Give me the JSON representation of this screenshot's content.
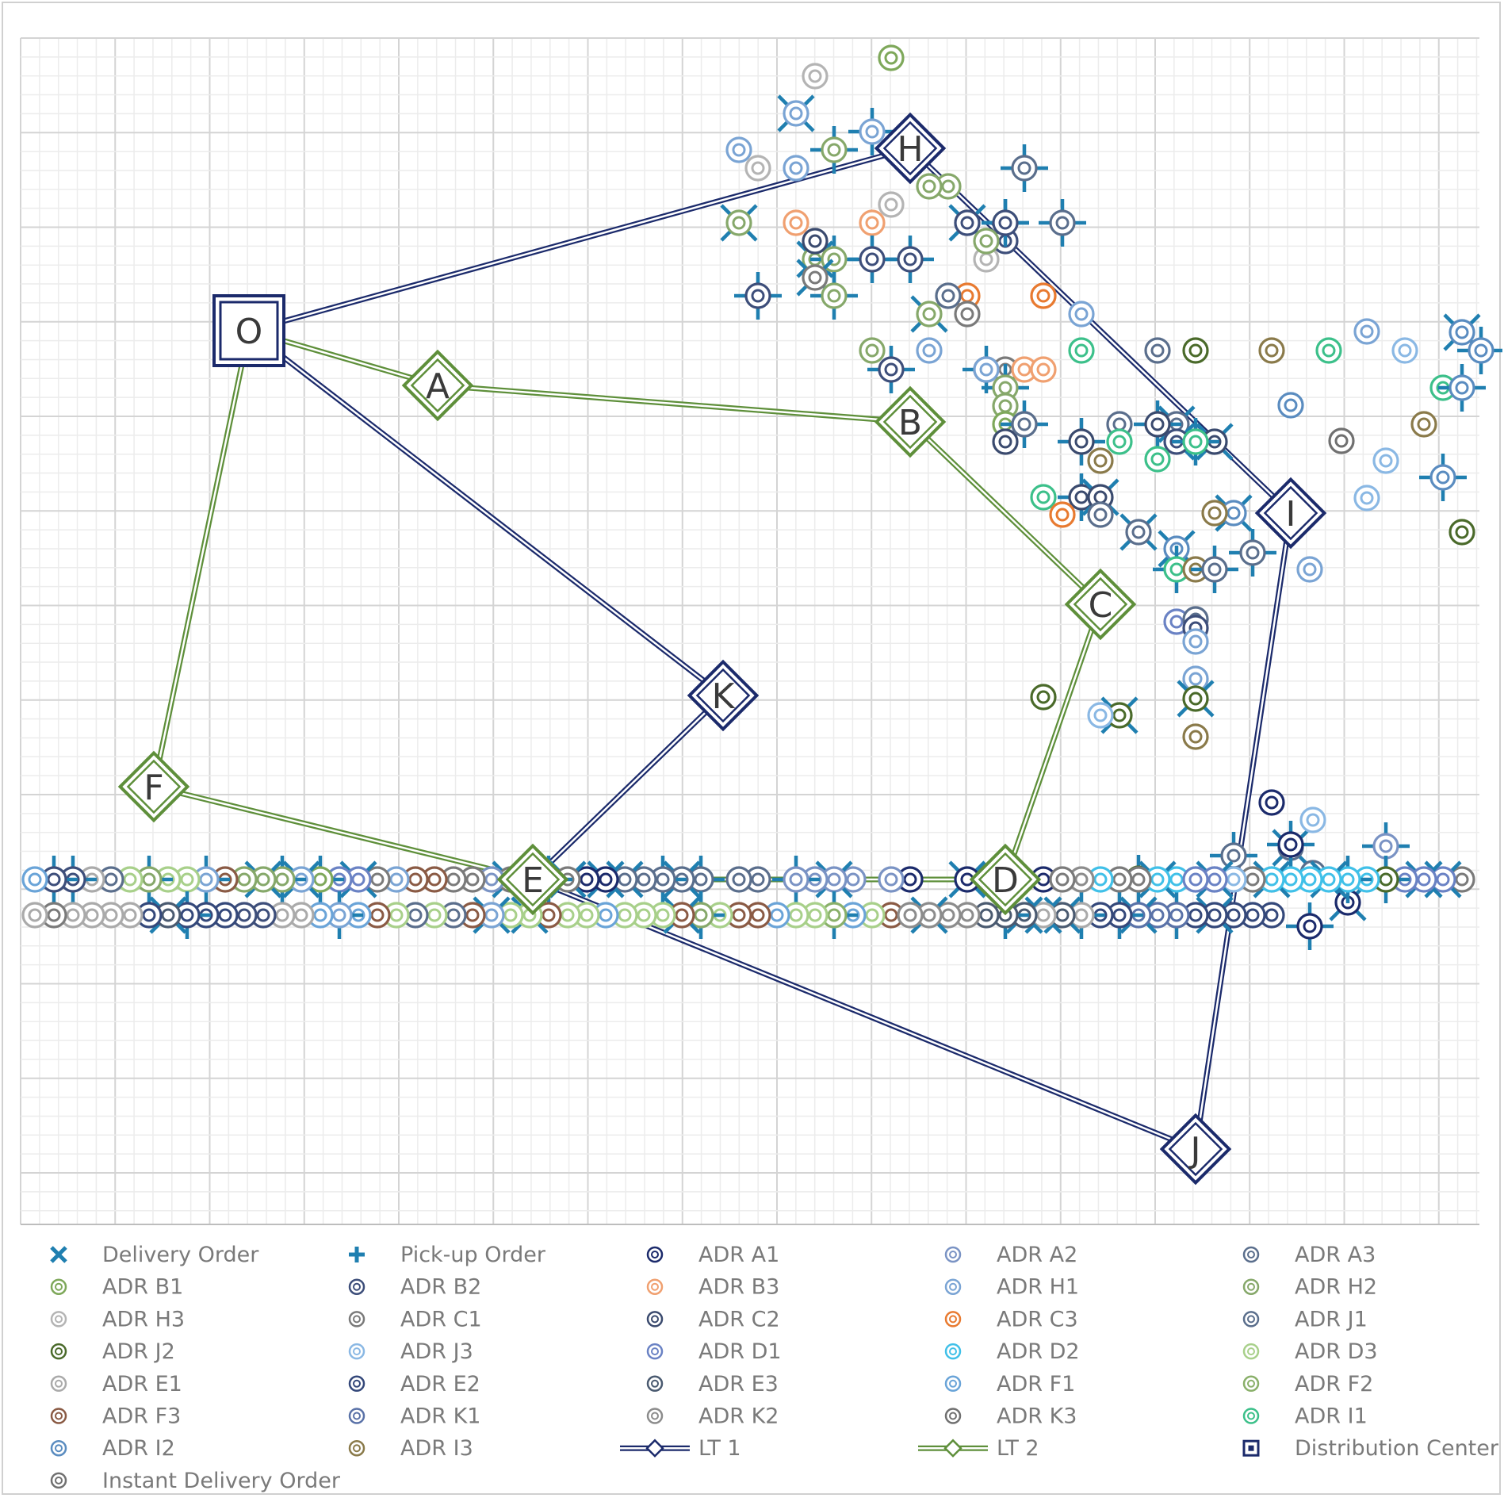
{
  "nodes": [
    {
      "id": "O",
      "label": "O",
      "kind": "distribution-center"
    },
    {
      "id": "A",
      "label": "A",
      "kind": "lt2"
    },
    {
      "id": "B",
      "label": "B",
      "kind": "lt2"
    },
    {
      "id": "C",
      "label": "C",
      "kind": "lt2"
    },
    {
      "id": "D",
      "label": "D",
      "kind": "lt2"
    },
    {
      "id": "E",
      "label": "E",
      "kind": "lt2"
    },
    {
      "id": "F",
      "label": "F",
      "kind": "lt2"
    },
    {
      "id": "H",
      "label": "H",
      "kind": "lt1"
    },
    {
      "id": "I",
      "label": "I",
      "kind": "lt1"
    },
    {
      "id": "J",
      "label": "J",
      "kind": "lt1"
    },
    {
      "id": "K",
      "label": "K",
      "kind": "lt1"
    }
  ],
  "links": {
    "lt1": [
      [
        "O",
        "H"
      ],
      [
        "H",
        "I"
      ],
      [
        "I",
        "J"
      ],
      [
        "J",
        "E"
      ],
      [
        "E",
        "K"
      ],
      [
        "K",
        "O"
      ]
    ],
    "lt2": [
      [
        "O",
        "A"
      ],
      [
        "A",
        "B"
      ],
      [
        "B",
        "C"
      ],
      [
        "C",
        "D"
      ],
      [
        "D",
        "E"
      ],
      [
        "E",
        "F"
      ],
      [
        "F",
        "O"
      ]
    ]
  },
  "colors": {
    "lt1": "#1b2a6b",
    "lt2": "#5e8f3a",
    "marker": "#1f7fb0",
    "grid_major": "#d4d4d4",
    "grid_minor": "#ececec"
  },
  "legend": {
    "items": [
      {
        "label": "Delivery Order",
        "symbol": "x-cross",
        "color": "#1f7fb0"
      },
      {
        "label": "Pick-up Order",
        "symbol": "plus-cross",
        "color": "#1f7fb0"
      },
      {
        "label": "ADR A1",
        "symbol": "ring",
        "color": "#1b2a6b"
      },
      {
        "label": "ADR A2",
        "symbol": "ring",
        "color": "#7a93c4"
      },
      {
        "label": "ADR A3",
        "symbol": "ring",
        "color": "#5a6e8c"
      },
      {
        "label": "ADR B1",
        "symbol": "ring",
        "color": "#7ea85a"
      },
      {
        "label": "ADR B2",
        "symbol": "ring",
        "color": "#3d4e7a"
      },
      {
        "label": "ADR B3",
        "symbol": "ring",
        "color": "#f0a070"
      },
      {
        "label": "ADR H1",
        "symbol": "ring",
        "color": "#7aa4d4"
      },
      {
        "label": "ADR H2",
        "symbol": "ring",
        "color": "#86a86a"
      },
      {
        "label": "ADR H3",
        "symbol": "ring",
        "color": "#b4b4b4"
      },
      {
        "label": "ADR C1",
        "symbol": "ring",
        "color": "#7a7a7a"
      },
      {
        "label": "ADR C2",
        "symbol": "ring",
        "color": "#3a4a6e"
      },
      {
        "label": "ADR C3",
        "symbol": "ring",
        "color": "#e87a30"
      },
      {
        "label": "ADR J1",
        "symbol": "ring",
        "color": "#5a6e8c"
      },
      {
        "label": "ADR J2",
        "symbol": "ring",
        "color": "#4a6a2a"
      },
      {
        "label": "ADR J3",
        "symbol": "ring",
        "color": "#8ab8e4"
      },
      {
        "label": "ADR D1",
        "symbol": "ring",
        "color": "#6a82c4"
      },
      {
        "label": "ADR D2",
        "symbol": "ring",
        "color": "#40c0e8"
      },
      {
        "label": "ADR D3",
        "symbol": "ring",
        "color": "#a8d08a"
      },
      {
        "label": "ADR E1",
        "symbol": "ring",
        "color": "#aaaaaa"
      },
      {
        "label": "ADR E2",
        "symbol": "ring",
        "color": "#34487a"
      },
      {
        "label": "ADR E3",
        "symbol": "ring",
        "color": "#4a5a70"
      },
      {
        "label": "ADR F1",
        "symbol": "ring",
        "color": "#6aa4d8"
      },
      {
        "label": "ADR F2",
        "symbol": "ring",
        "color": "#8ab06a"
      },
      {
        "label": "ADR F3",
        "symbol": "ring",
        "color": "#8a5a44"
      },
      {
        "label": "ADR K1",
        "symbol": "ring",
        "color": "#5a72a8"
      },
      {
        "label": "ADR K2",
        "symbol": "ring",
        "color": "#8c8c8c"
      },
      {
        "label": "ADR K3",
        "symbol": "ring",
        "color": "#707070"
      },
      {
        "label": "ADR I1",
        "symbol": "ring",
        "color": "#3cc08a"
      },
      {
        "label": "ADR I2",
        "symbol": "ring",
        "color": "#5a8cc0"
      },
      {
        "label": "ADR I3",
        "symbol": "ring",
        "color": "#8a7a4a"
      },
      {
        "label": "LT 1",
        "symbol": "lt1-line",
        "color": "#1b2a6b"
      },
      {
        "label": "LT 2",
        "symbol": "lt2-line",
        "color": "#5e8f3a"
      },
      {
        "label": "Distribution Center",
        "symbol": "square",
        "color": "#1b2a6b"
      },
      {
        "label": "Instant Delivery Order",
        "symbol": "ring",
        "color": "#707070"
      }
    ]
  },
  "orders": [
    {
      "c": "#7ea85a",
      "m": ""
    },
    {
      "c": "#b4b4b4",
      "m": ""
    },
    {
      "c": "#7aa4d4",
      "m": "x"
    },
    {
      "c": "#7aa4d4",
      "m": "p"
    },
    {
      "c": "#86a86a",
      "m": "p"
    },
    {
      "c": "#7aa4d4",
      "m": ""
    },
    {
      "c": "#b4b4b4",
      "m": ""
    },
    {
      "c": "#7aa4d4",
      "m": ""
    },
    {
      "c": "#86a86a",
      "m": ""
    },
    {
      "c": "#86a86a",
      "m": ""
    },
    {
      "c": "#b4b4b4",
      "m": ""
    },
    {
      "c": "#5a6e8c",
      "m": "p"
    },
    {
      "c": "#86a86a",
      "m": "x"
    },
    {
      "c": "#f0a070",
      "m": ""
    },
    {
      "c": "#f0a070",
      "m": ""
    },
    {
      "c": "#3d4e7a",
      "m": "x"
    },
    {
      "c": "#86a86a",
      "m": "p"
    },
    {
      "c": "#5a6e8c",
      "m": "p"
    },
    {
      "c": "#86a86a",
      "m": "x"
    },
    {
      "c": "#86a86a",
      "m": "p"
    },
    {
      "c": "#3d4e7a",
      "m": "p"
    },
    {
      "c": "#3d4e7a",
      "m": "p"
    },
    {
      "c": "#b4b4b4",
      "m": ""
    },
    {
      "c": "#e87a30",
      "m": ""
    },
    {
      "c": "#7a7a7a",
      "m": "x"
    },
    {
      "c": "#3d4e7a",
      "m": "p"
    },
    {
      "c": "#86a86a",
      "m": "p"
    },
    {
      "c": "#86a86a",
      "m": "x"
    },
    {
      "c": "#b4b4b4",
      "m": ""
    },
    {
      "c": "#f0a070",
      "m": ""
    },
    {
      "c": "#86a86a",
      "m": ""
    },
    {
      "c": "#7aa4d4",
      "m": ""
    },
    {
      "c": "#5a6e8c",
      "m": ""
    },
    {
      "c": "#7a7a7a",
      "m": ""
    },
    {
      "c": "#7aa4d4",
      "m": ""
    },
    {
      "c": "#3d4e7a",
      "m": ""
    },
    {
      "c": "#3d4e7a",
      "m": ""
    },
    {
      "c": "#3a4a6e",
      "m": ""
    },
    {
      "c": "#3d4e7a",
      "m": "p"
    },
    {
      "c": "#7a7a7a",
      "m": ""
    },
    {
      "c": "#3d4e7a",
      "m": "p"
    },
    {
      "c": "#86a86a",
      "m": ""
    },
    {
      "c": "#3d4e7a",
      "m": "p"
    },
    {
      "c": "#7a7a7a",
      "m": ""
    },
    {
      "c": "#f0a070",
      "m": ""
    },
    {
      "c": "#f0a070",
      "m": ""
    },
    {
      "c": "#86a86a",
      "m": "p"
    },
    {
      "c": "#86a86a",
      "m": ""
    },
    {
      "c": "#7ea85a",
      "m": ""
    },
    {
      "c": "#5a6e8c",
      "m": ""
    },
    {
      "c": "#e87a30",
      "m": ""
    },
    {
      "c": "#3cc08a",
      "m": ""
    },
    {
      "c": "#5a6e8c",
      "m": ""
    },
    {
      "c": "#4a6a2a",
      "m": ""
    },
    {
      "c": "#8a7a4a",
      "m": ""
    },
    {
      "c": "#3cc08a",
      "m": ""
    },
    {
      "c": "#5a8cc0",
      "m": ""
    },
    {
      "c": "#5a8cc0",
      "m": "x"
    },
    {
      "c": "#5a8cc0",
      "m": "p"
    },
    {
      "c": "#3cc08a",
      "m": ""
    },
    {
      "c": "#5a8cc0",
      "m": "p"
    },
    {
      "c": "#8a7a4a",
      "m": ""
    },
    {
      "c": "#5a8cc0",
      "m": "p"
    },
    {
      "c": "#5a6e8c",
      "m": "x"
    },
    {
      "c": "#3d4e7a",
      "m": "x"
    },
    {
      "c": "#3a4a6e",
      "m": ""
    },
    {
      "c": "#7aa4d4",
      "m": ""
    },
    {
      "c": "#5a6e8c",
      "m": "p"
    },
    {
      "c": "#5a6e8c",
      "m": ""
    },
    {
      "c": "#3cc08a",
      "m": ""
    },
    {
      "c": "#8a7a4a",
      "m": ""
    },
    {
      "c": "#3a4a6e",
      "m": "p"
    },
    {
      "c": "#3a4a6e",
      "m": "p"
    },
    {
      "c": "#3a4a6e",
      "m": "x"
    },
    {
      "c": "#3a4a6e",
      "m": "p"
    },
    {
      "c": "#3a4a6e",
      "m": "x"
    },
    {
      "c": "#3cc08a",
      "m": ""
    },
    {
      "c": "#e87a30",
      "m": ""
    },
    {
      "c": "#3cc08a",
      "m": "p"
    },
    {
      "c": "#3cc08a",
      "m": ""
    },
    {
      "c": "#5a8cc0",
      "m": "x"
    },
    {
      "c": "#8a7a4a",
      "m": ""
    },
    {
      "c": "#5a8cc0",
      "m": "x"
    },
    {
      "c": "#3cc08a",
      "m": "p"
    },
    {
      "c": "#8a7a4a",
      "m": ""
    },
    {
      "c": "#5a6e8c",
      "m": "x"
    },
    {
      "c": "#5a6e8c",
      "m": ""
    },
    {
      "c": "#5a6e8c",
      "m": "p"
    },
    {
      "c": "#5a6e8c",
      "m": "p"
    },
    {
      "c": "#6a82c4",
      "m": ""
    },
    {
      "c": "#5a6e8c",
      "m": ""
    },
    {
      "c": "#3d4e7a",
      "m": ""
    },
    {
      "c": "#7aa4d4",
      "m": ""
    },
    {
      "c": "#7aa4d4",
      "m": ""
    },
    {
      "c": "#7aa4d4",
      "m": ""
    },
    {
      "c": "#7aa4d4",
      "m": ""
    },
    {
      "c": "#8ab8e4",
      "m": ""
    },
    {
      "c": "#707070",
      "m": ""
    },
    {
      "c": "#8ab8e4",
      "m": ""
    },
    {
      "c": "#8ab8e4",
      "m": ""
    },
    {
      "c": "#4a6a2a",
      "m": ""
    },
    {
      "c": "#4a6a2a",
      "m": "x"
    },
    {
      "c": "#8a7a4a",
      "m": ""
    },
    {
      "c": "#4a6a2a",
      "m": ""
    },
    {
      "c": "#4a6a2a",
      "m": "x"
    },
    {
      "c": "#8ab8e4",
      "m": ""
    },
    {
      "c": "#4a6a2a",
      "m": "p"
    },
    {
      "c": "#4a6a2a",
      "m": "p"
    },
    {
      "c": "#5a6e8c",
      "m": "p"
    },
    {
      "c": "#5a6e8c",
      "m": "x"
    },
    {
      "c": "#8ab8e4",
      "m": ""
    },
    {
      "c": "#5a6e8c",
      "m": ""
    },
    {
      "c": "#7a93c4",
      "m": "p"
    },
    {
      "c": "#1b2a6b",
      "m": ""
    },
    {
      "c": "#1b2a6b",
      "m": "p"
    },
    {
      "c": "#1b2a6b",
      "m": "x"
    },
    {
      "c": "#1b2a6b",
      "m": "p"
    },
    {
      "c": "#1b2a6b",
      "m": ""
    },
    {
      "c": "#1b2a6b",
      "m": "x"
    },
    {
      "c": "#1b2a6b",
      "m": ""
    },
    {
      "c": "#7a93c4",
      "m": ""
    },
    {
      "c": "#7a93c4",
      "m": ""
    },
    {
      "c": "#7a93c4",
      "m": "x"
    },
    {
      "c": "#7a93c4",
      "m": ""
    },
    {
      "c": "#7a93c4",
      "m": "p"
    },
    {
      "c": "#5a6e8c",
      "m": ""
    },
    {
      "c": "#5a6e8c",
      "m": ""
    },
    {
      "c": "#5a6e8c",
      "m": "p"
    },
    {
      "c": "#5a6e8c",
      "m": "x"
    },
    {
      "c": "#5a6e8c",
      "m": "p"
    },
    {
      "c": "#5a6e8c",
      "m": ""
    },
    {
      "c": "#5a6e8c",
      "m": "x"
    },
    {
      "c": "#1b2a6b",
      "m": "x"
    },
    {
      "c": "#1b2a6b",
      "m": ""
    },
    {
      "c": "#7a7a7a",
      "m": "x"
    },
    {
      "c": "#5a6e8c",
      "m": "p"
    },
    {
      "c": "#5a6e8c",
      "m": "p"
    },
    {
      "c": "#7a7a7a",
      "m": "x"
    },
    {
      "c": "#7a93c4",
      "m": ""
    },
    {
      "c": "#7a7a7a",
      "m": ""
    },
    {
      "c": "#7a7a7a",
      "m": ""
    },
    {
      "c": "#8a5a44",
      "m": ""
    },
    {
      "c": "#8a5a44",
      "m": ""
    },
    {
      "c": "#7aa4d4",
      "m": ""
    },
    {
      "c": "#7a7a7a",
      "m": ""
    },
    {
      "c": "#6a82c4",
      "m": "x"
    },
    {
      "c": "#6a82c4",
      "m": ""
    },
    {
      "c": "#7ea85a",
      "m": "p"
    },
    {
      "c": "#7aa4d4",
      "m": "x"
    },
    {
      "c": "#86a86a",
      "m": "p"
    },
    {
      "c": "#86a86a",
      "m": "x"
    },
    {
      "c": "#86a86a",
      "m": ""
    },
    {
      "c": "#8a5a44",
      "m": ""
    },
    {
      "c": "#7aa4d4",
      "m": "p"
    },
    {
      "c": "#a8d08a",
      "m": ""
    },
    {
      "c": "#a8d08a",
      "m": ""
    },
    {
      "c": "#86a86a",
      "m": "p"
    },
    {
      "c": "#a8d08a",
      "m": ""
    },
    {
      "c": "#5a6e8c",
      "m": ""
    },
    {
      "c": "#aaaaaa",
      "m": ""
    },
    {
      "c": "#3d4e7a",
      "m": "p"
    },
    {
      "c": "#3d4e7a",
      "m": "p"
    },
    {
      "c": "#6aa4d8",
      "m": ""
    },
    {
      "c": "#8a5a44",
      "m": ""
    },
    {
      "c": "#a8d08a",
      "m": ""
    },
    {
      "c": "#6aa4d8",
      "m": ""
    },
    {
      "c": "#8ab06a",
      "m": "p"
    },
    {
      "c": "#a8d08a",
      "m": ""
    },
    {
      "c": "#a8d08a",
      "m": ""
    },
    {
      "c": "#6aa4d8",
      "m": ""
    },
    {
      "c": "#8a5a44",
      "m": ""
    },
    {
      "c": "#8a5a44",
      "m": ""
    },
    {
      "c": "#a8d08a",
      "m": ""
    },
    {
      "c": "#86a86a",
      "m": "p"
    },
    {
      "c": "#8a5a44",
      "m": "x"
    },
    {
      "c": "#a8d08a",
      "m": ""
    },
    {
      "c": "#a8d08a",
      "m": ""
    },
    {
      "c": "#a8d08a",
      "m": ""
    },
    {
      "c": "#6aa4d8",
      "m": ""
    },
    {
      "c": "#a8d08a",
      "m": ""
    },
    {
      "c": "#a8d08a",
      "m": ""
    },
    {
      "c": "#8a5a44",
      "m": ""
    },
    {
      "c": "#a8d08a",
      "m": "x"
    },
    {
      "c": "#a8d08a",
      "m": ""
    },
    {
      "c": "#7aa4d4",
      "m": "x"
    },
    {
      "c": "#8a5a44",
      "m": ""
    },
    {
      "c": "#5a6e8c",
      "m": ""
    },
    {
      "c": "#a8d08a",
      "m": ""
    },
    {
      "c": "#5a6e8c",
      "m": ""
    },
    {
      "c": "#a8d08a",
      "m": ""
    },
    {
      "c": "#8a5a44",
      "m": ""
    },
    {
      "c": "#6aa4d8",
      "m": ""
    },
    {
      "c": "#7aa4d4",
      "m": "p"
    },
    {
      "c": "#6aa4d8",
      "m": ""
    },
    {
      "c": "#aaaaaa",
      "m": ""
    },
    {
      "c": "#aaaaaa",
      "m": ""
    },
    {
      "c": "#3d4e7a",
      "m": ""
    },
    {
      "c": "#3d4e7a",
      "m": ""
    },
    {
      "c": "#34487a",
      "m": ""
    },
    {
      "c": "#34487a",
      "m": ""
    },
    {
      "c": "#34487a",
      "m": "p"
    },
    {
      "c": "#4a5a70",
      "m": "x"
    },
    {
      "c": "#34487a",
      "m": ""
    },
    {
      "c": "#aaaaaa",
      "m": ""
    },
    {
      "c": "#aaaaaa",
      "m": ""
    },
    {
      "c": "#aaaaaa",
      "m": ""
    },
    {
      "c": "#aaaaaa",
      "m": ""
    },
    {
      "c": "#7a7a7a",
      "m": ""
    },
    {
      "c": "#aaaaaa",
      "m": ""
    },
    {
      "c": "#34487a",
      "m": ""
    },
    {
      "c": "#34487a",
      "m": ""
    },
    {
      "c": "#34487a",
      "m": ""
    },
    {
      "c": "#34487a",
      "m": "x"
    },
    {
      "c": "#34487a",
      "m": ""
    },
    {
      "c": "#5a72a8",
      "m": ""
    },
    {
      "c": "#5a72a8",
      "m": ""
    },
    {
      "c": "#5a72a8",
      "m": "x"
    },
    {
      "c": "#34487a",
      "m": "p"
    },
    {
      "c": "#34487a",
      "m": ""
    },
    {
      "c": "#aaaaaa",
      "m": "p"
    },
    {
      "c": "#4a5a70",
      "m": "x"
    },
    {
      "c": "#aaaaaa",
      "m": "x"
    },
    {
      "c": "#4a5a70",
      "m": "x"
    },
    {
      "c": "#4a5a70",
      "m": "p"
    },
    {
      "c": "#4a5a70",
      "m": ""
    },
    {
      "c": "#8c8c8c",
      "m": ""
    },
    {
      "c": "#8c8c8c",
      "m": ""
    },
    {
      "c": "#8c8c8c",
      "m": "x"
    },
    {
      "c": "#8c8c8c",
      "m": ""
    },
    {
      "c": "#8c8c8c",
      "m": ""
    },
    {
      "c": "#8c8c8c",
      "m": ""
    },
    {
      "c": "#5a72a8",
      "m": ""
    },
    {
      "c": "#6a82c4",
      "m": ""
    },
    {
      "c": "#40c0e8",
      "m": ""
    },
    {
      "c": "#40c0e8",
      "m": ""
    },
    {
      "c": "#40c0e8",
      "m": "x"
    },
    {
      "c": "#7a7a7a",
      "m": ""
    },
    {
      "c": "#7a7a7a",
      "m": ""
    },
    {
      "c": "#40c0e8",
      "m": ""
    },
    {
      "c": "#8c8c8c",
      "m": ""
    },
    {
      "c": "#7a7a7a",
      "m": ""
    },
    {
      "c": "#7a7a7a",
      "m": ""
    },
    {
      "c": "#6a82c4",
      "m": "x"
    },
    {
      "c": "#6a82c4",
      "m": "x"
    },
    {
      "c": "#6a82c4",
      "m": ""
    },
    {
      "c": "#4a6a2a",
      "m": "p"
    },
    {
      "c": "#40c0e8",
      "m": ""
    },
    {
      "c": "#40c0e8",
      "m": "p"
    },
    {
      "c": "#40c0e8",
      "m": "x"
    },
    {
      "c": "#40c0e8",
      "m": ""
    },
    {
      "c": "#40c0e8",
      "m": ""
    },
    {
      "c": "#40c0e8",
      "m": "x"
    },
    {
      "c": "#7a7a7a",
      "m": ""
    },
    {
      "c": "#8ab8e4",
      "m": ""
    },
    {
      "c": "#6a82c4",
      "m": "x"
    },
    {
      "c": "#6a82c4",
      "m": ""
    },
    {
      "c": "#6a82c4",
      "m": "x"
    },
    {
      "c": "#6a82c4",
      "m": ""
    },
    {
      "c": "#6a82c4",
      "m": ""
    },
    {
      "c": "#40c0e8",
      "m": "x"
    },
    {
      "c": "#40c0e8",
      "m": "x"
    },
    {
      "c": "#5a72a8",
      "m": "x"
    },
    {
      "c": "#40c0e8",
      "m": "p"
    },
    {
      "c": "#4a6a2a",
      "m": "p"
    },
    {
      "c": "#4a6a2a",
      "m": "x"
    },
    {
      "c": "#4a6a2a",
      "m": "p"
    },
    {
      "c": "#4a6a2a",
      "m": "p"
    },
    {
      "c": "#8ab8e4",
      "m": ""
    },
    {
      "c": "#8ab8e4",
      "m": ""
    },
    {
      "c": "#5a6e8c",
      "m": ""
    },
    {
      "c": "#4a6a2a",
      "m": ""
    },
    {
      "c": "#7a7a7a",
      "m": ""
    }
  ]
}
